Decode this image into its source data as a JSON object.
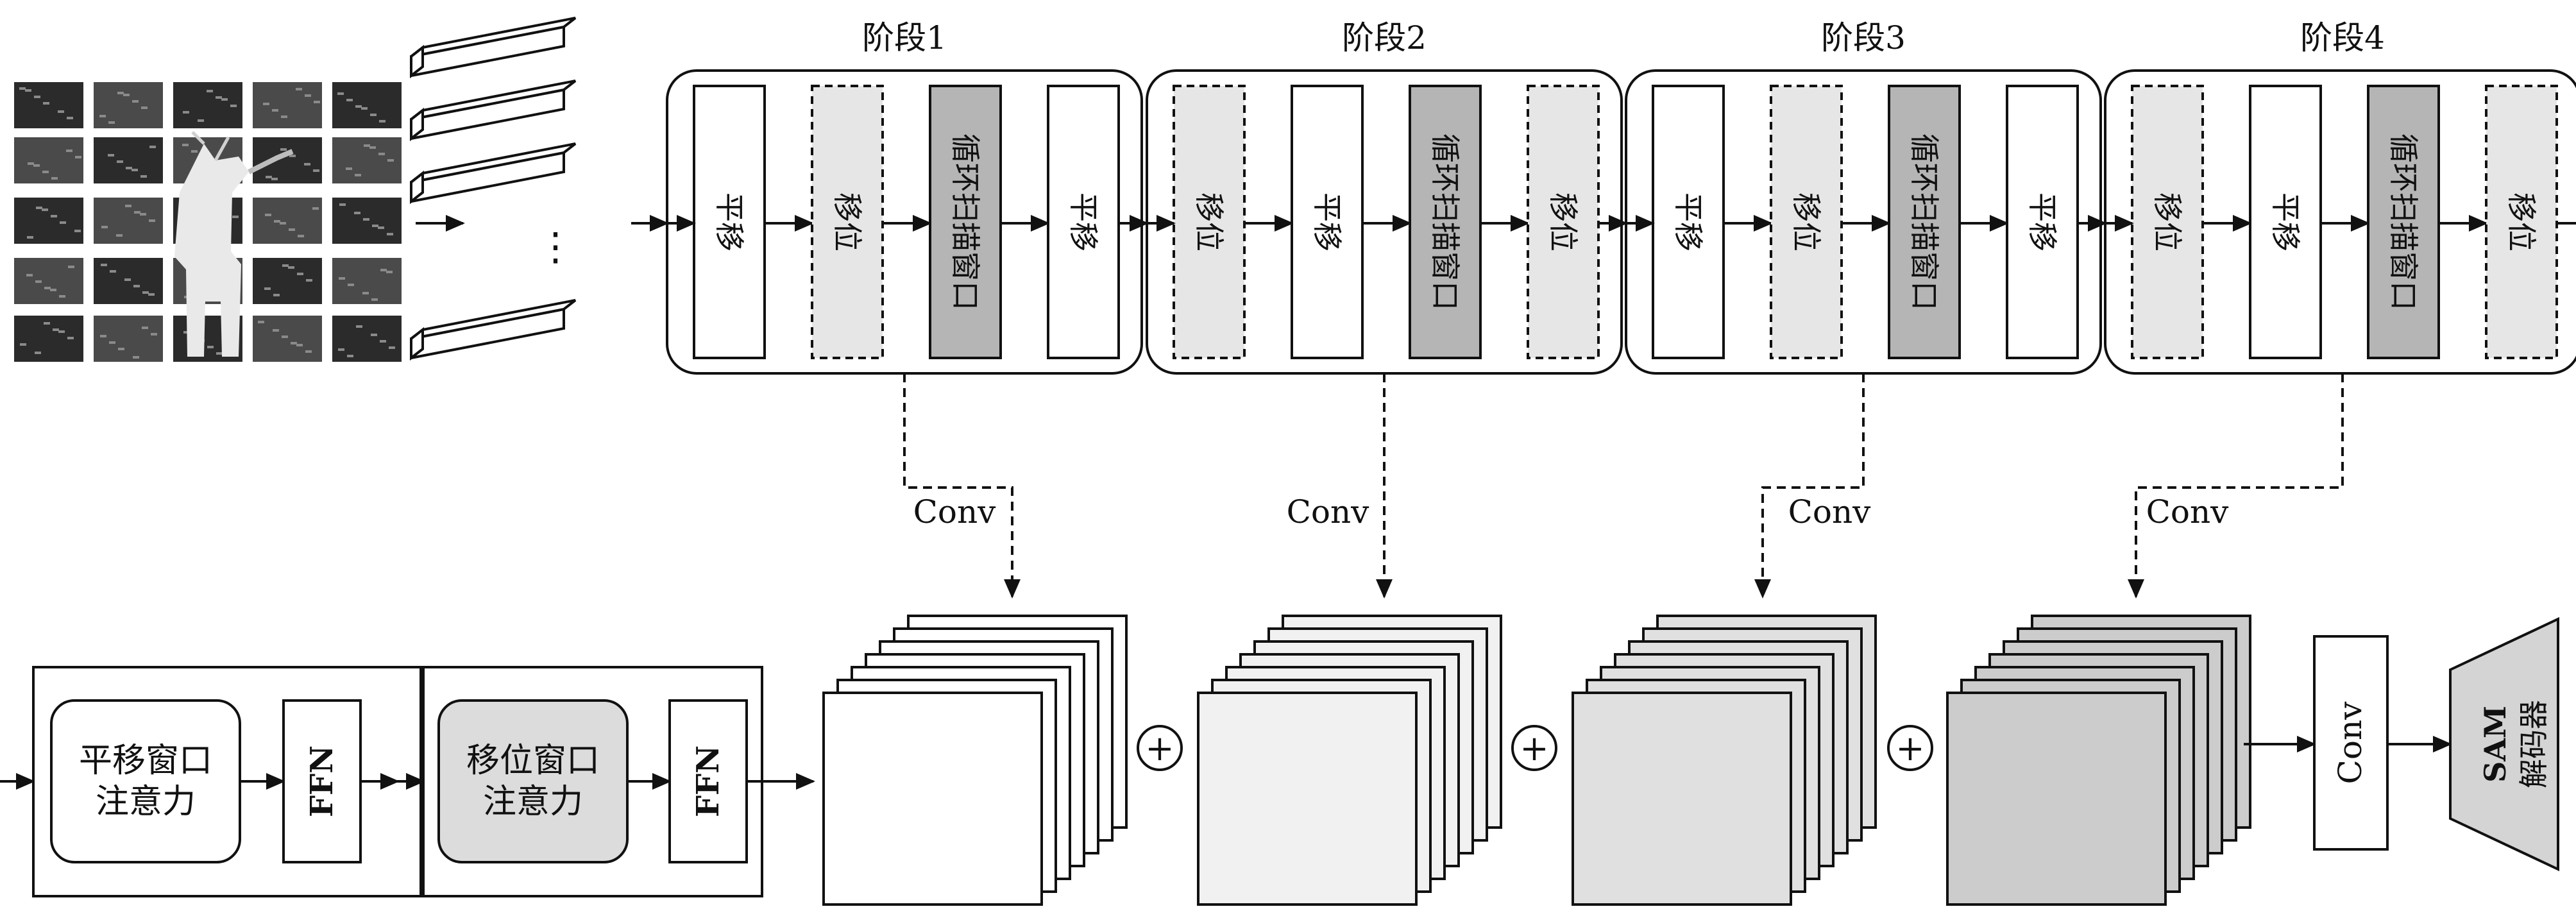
{
  "stages": [
    {
      "title": "阶段1",
      "blocks": [
        {
          "label": "平移",
          "kind": "translate"
        },
        {
          "label": "移位",
          "kind": "shift"
        },
        {
          "label": "循环扫描窗口",
          "kind": "cyclic"
        },
        {
          "label": "平移",
          "kind": "translate"
        }
      ]
    },
    {
      "title": "阶段2",
      "blocks": [
        {
          "label": "移位",
          "kind": "shift"
        },
        {
          "label": "平移",
          "kind": "translate"
        },
        {
          "label": "循环扫描窗口",
          "kind": "cyclic"
        },
        {
          "label": "移位",
          "kind": "shift"
        }
      ]
    },
    {
      "title": "阶段3",
      "blocks": [
        {
          "label": "平移",
          "kind": "translate"
        },
        {
          "label": "移位",
          "kind": "shift"
        },
        {
          "label": "循环扫描窗口",
          "kind": "cyclic"
        },
        {
          "label": "平移",
          "kind": "translate"
        }
      ]
    },
    {
      "title": "阶段4",
      "blocks": [
        {
          "label": "移位",
          "kind": "shift"
        },
        {
          "label": "平移",
          "kind": "translate"
        },
        {
          "label": "循环扫描窗口",
          "kind": "cyclic"
        },
        {
          "label": "移位",
          "kind": "shift"
        }
      ]
    }
  ],
  "conv_labels": [
    "Conv",
    "Conv",
    "Conv",
    "Conv"
  ],
  "stack_shades": [
    "#ffffff",
    "#f1f1f1",
    "#e0e0e0",
    "#cccccc"
  ],
  "plus_symbol": "+",
  "ellipsis": "⋮",
  "legend": {
    "left": {
      "line1": "平移窗口",
      "line2": "注意力",
      "ffn": "FFN"
    },
    "right": {
      "line1": "移位窗口",
      "line2": "注意力",
      "ffn": "FFN"
    }
  },
  "final_conv": "Conv",
  "decoder": {
    "line1": "SAM",
    "line2": "解码器"
  },
  "colors": {
    "stroke": "#111111",
    "shift_fill": "#e6e6e6",
    "cyclic_fill": "#b5b5b5",
    "legend_shift_fill": "#dcdcdc",
    "decoder_fill": "#d4d4d4",
    "patch_dark": "#2b2b2b",
    "patch_mid": "#4a4a4a"
  }
}
